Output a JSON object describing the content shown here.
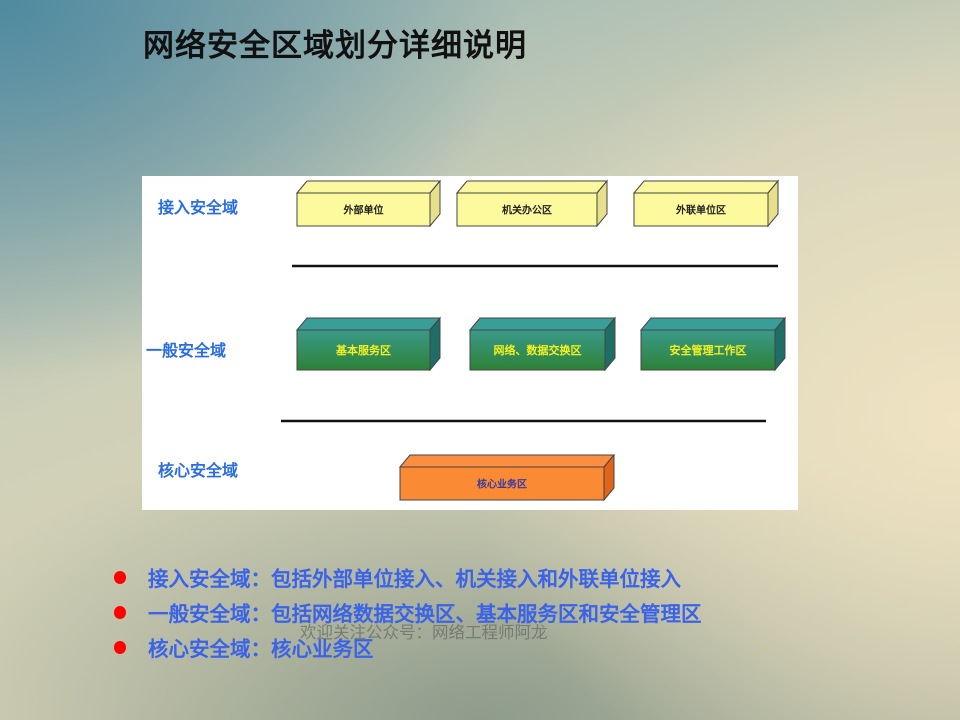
{
  "title": "网络安全区域划分详细说明",
  "diagram": {
    "domains": [
      {
        "label": "接入安全域",
        "zones": [
          "外部单位",
          "机关办公区",
          "外联单位区"
        ],
        "color": "#fcfa9c"
      },
      {
        "label": "一般安全域",
        "zones": [
          "基本服务区",
          "网络、数据交换区",
          "安全管理工作区"
        ],
        "color": "#2f8a4e"
      },
      {
        "label": "核心安全域",
        "zones": [
          "核心业务区"
        ],
        "color": "#fb8a34"
      }
    ]
  },
  "bullets": [
    "接入安全域：包括外部单位接入、机关接入和外联单位接入",
    "一般安全域：包括网络数据交换区、基本服务区和安全管理区",
    "核心安全域：核心业务区"
  ],
  "watermark": "欢迎关注公众号：网络工程师阿龙",
  "colors": {
    "bullet_text": "#3a63e8",
    "bullet_dot": "#ff0000",
    "domain_label": "#2a6de0"
  }
}
